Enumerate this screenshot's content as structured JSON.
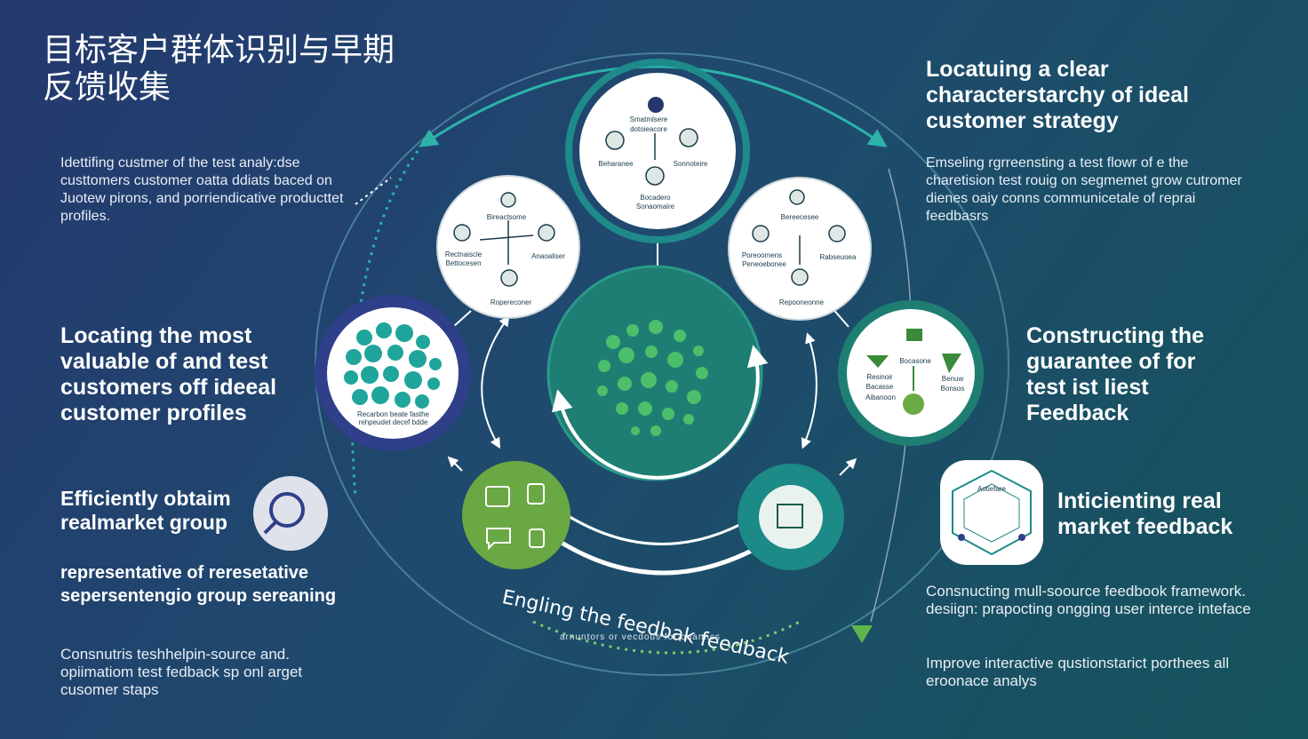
{
  "title": "目标客户群体识别与早期反馈收集",
  "left": {
    "desc1": "Idettifing custmer of the test analy:dse custtomers customer oatta ddiats baced on Juotew pirons, and porriendicative producttet profiles.",
    "head1": "Locating the most valuable of and test customers off ideeal customer profiles",
    "head2": "Efficiently obtaim realmarket group",
    "head3": "representative of reresetative sepersentengio group sereaning",
    "desc2": "Consnutris teshhelpin-source and. opiimatiom test fedback sp onl arget cusomer staps"
  },
  "right": {
    "head1": "Locatuing a clear characterstarchy of ideal customer strategy",
    "desc1": "Emseling rgrreensting a test flowr of e the charetision test rouig on segmemet grow cutromer dienes oaiy conns communicetale of reprai feedbasrs",
    "head2": "Constructing the guarantee of for test ist liest Feedback",
    "head3": "Inticienting real market feedback",
    "desc2": "Consnucting mull-soource feedbook framework. desiign: prapocting ongging user interce inteface",
    "desc3": "Improve interactive qustionstarict porthees all eroonace analys"
  },
  "center": {
    "arc_label": "Engling the feedbak feedback",
    "arc_sub": "arnuntors or vecdous for ouanncs"
  },
  "nodes": {
    "top": [
      "Smatmlsere",
      "dotoieacore",
      "Beharanee",
      "Sonnoteire",
      "Bocadero",
      "Sonaomaire"
    ],
    "upper_left": [
      "Bireactsome",
      "Rectnaiscle",
      "Bettocesen",
      "Anaoaliser",
      "Ropereconer"
    ],
    "upper_right": [
      "Bereecesee",
      "Poreoomens",
      "Peneoebonee",
      "Rabseuoea",
      "Repooneonne"
    ],
    "cluster_caption": "Recarbon beate fasthe rehpeudet decef bdde",
    "icons_right": [
      "Bocasone",
      "Resinoir",
      "Bacasse",
      "Benuw",
      "Bonsos",
      "Aibanoon"
    ],
    "hex_label": "Aotiefare"
  },
  "colors": {
    "bg_start": "#24386e",
    "bg_end": "#15545c",
    "teal": "#1e8a8a",
    "green": "#4f9b4a",
    "navy_ring": "#2f3f8a",
    "text": "#ffffff"
  }
}
